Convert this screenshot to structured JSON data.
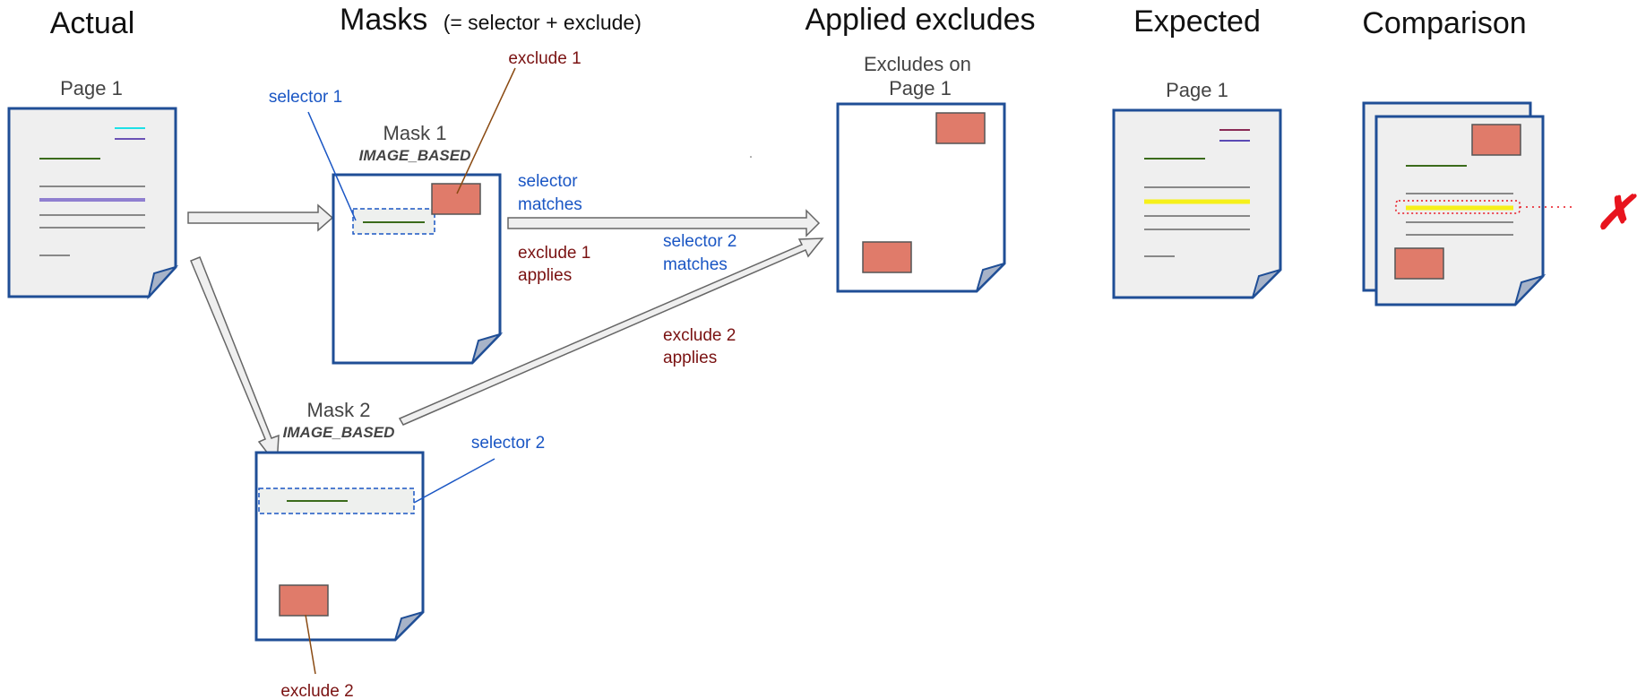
{
  "headers": {
    "actual": "Actual",
    "masks_main": "Masks",
    "masks_sub": "(= selector + exclude)",
    "applied": "Applied excludes",
    "expected": "Expected",
    "comparison": "Comparison"
  },
  "actual": {
    "page_label": "Page 1"
  },
  "mask1": {
    "title": "Mask 1",
    "type": "IMAGE_BASED",
    "selector_label": "selector 1",
    "exclude_label": "exclude 1"
  },
  "mask2": {
    "title": "Mask 2",
    "type": "IMAGE_BASED",
    "selector_label": "selector 2",
    "exclude_label": "exclude 2"
  },
  "arrow_labels": {
    "selector1_line1": "selector",
    "selector1_line2": "matches",
    "exclude1_line1": "exclude 1",
    "exclude1_line2": "applies",
    "selector2_line1": "selector 2",
    "selector2_line2": "matches",
    "exclude2_line1": "exclude 2",
    "exclude2_line2": "applies"
  },
  "applied": {
    "label_line1": "Excludes on",
    "label_line2": "Page 1"
  },
  "expected": {
    "page_label": "Page 1"
  },
  "comparison": {
    "result_icon": "cross-mark-icon",
    "result_glyph": "✗"
  },
  "colors": {
    "page_border": "#1f4e96",
    "page_fill": "#efefef",
    "exclude_fill": "#e07b6a",
    "selector_blue": "#1a56c4",
    "exclude_red": "#7a1212",
    "mismatch": "#e8141e",
    "highlight": "#f6f01a"
  }
}
